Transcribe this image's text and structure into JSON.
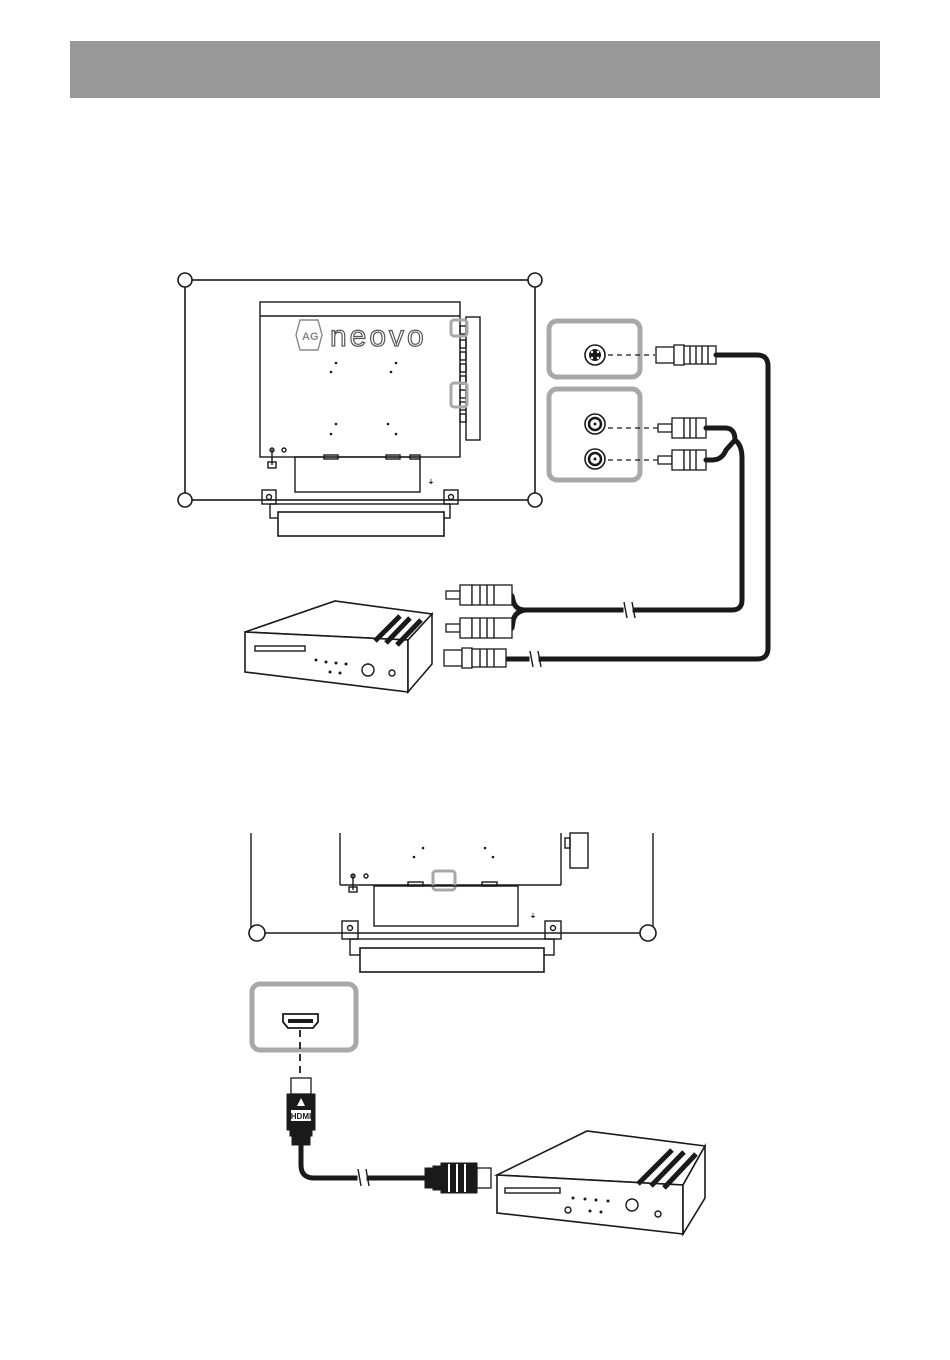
{
  "header": {
    "title": ""
  },
  "brand": {
    "logo_mark": "AG",
    "logo_word": "neovo"
  },
  "hdmi_plug": {
    "label": "HDMI"
  },
  "colors": {
    "header_bar": "#989898",
    "highlight": "#a8a8a8",
    "line": "#1a1a1a"
  },
  "icons": [
    "s-video-port-icon",
    "rca-port-icon",
    "hdmi-port-icon",
    "s-video-plug-icon",
    "rca-plug-icon",
    "hdmi-plug-icon",
    "dvd-player-icon",
    "monitor-rear-icon"
  ]
}
